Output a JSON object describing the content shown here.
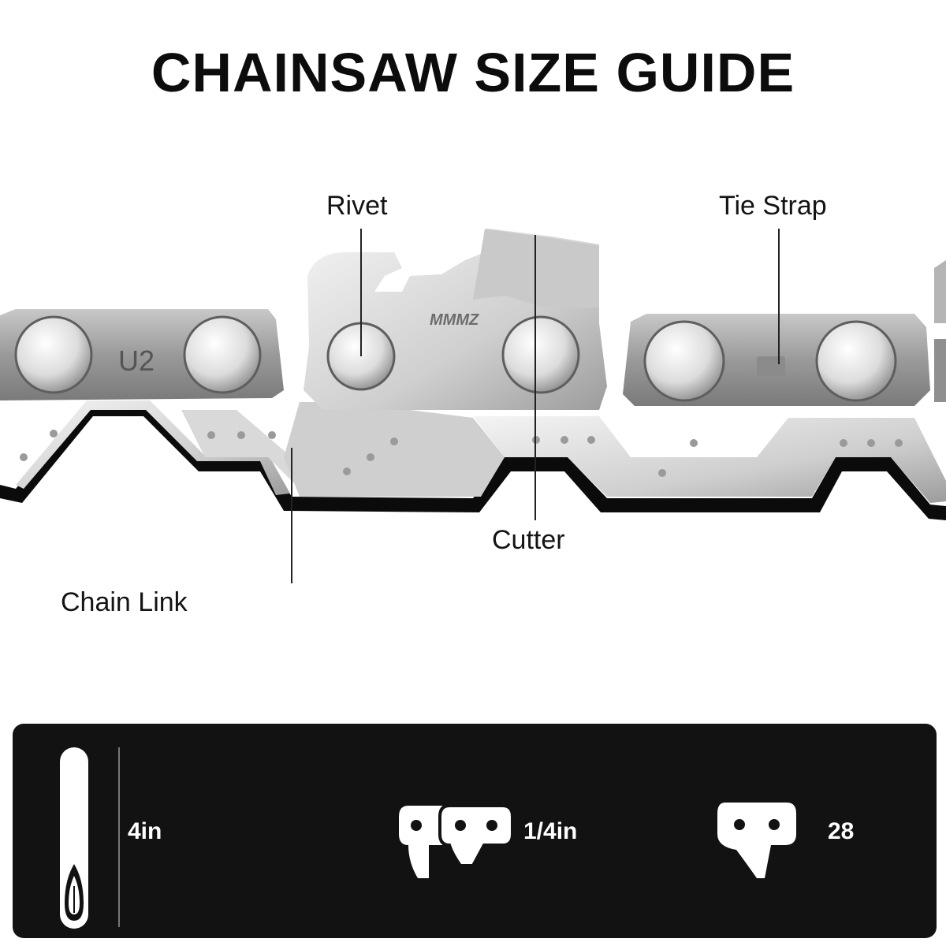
{
  "title": "CHAINSAW SIZE GUIDE",
  "callouts": {
    "rivet": "Rivet",
    "tie_strap": "Tie Strap",
    "cutter": "Cutter",
    "chain_link": "Chain Link"
  },
  "chain_markings": {
    "link_stamp": "U2",
    "cutter_stamp": "MMMZ"
  },
  "specs": {
    "bar_length": "4in",
    "pitch": "1/4in",
    "drive_links": "28"
  },
  "colors": {
    "panel_background": "#121212",
    "spec_text": "#ffffff",
    "chain_steel": "#9a9a9a",
    "chain_highlight": "#e6e6e6"
  }
}
